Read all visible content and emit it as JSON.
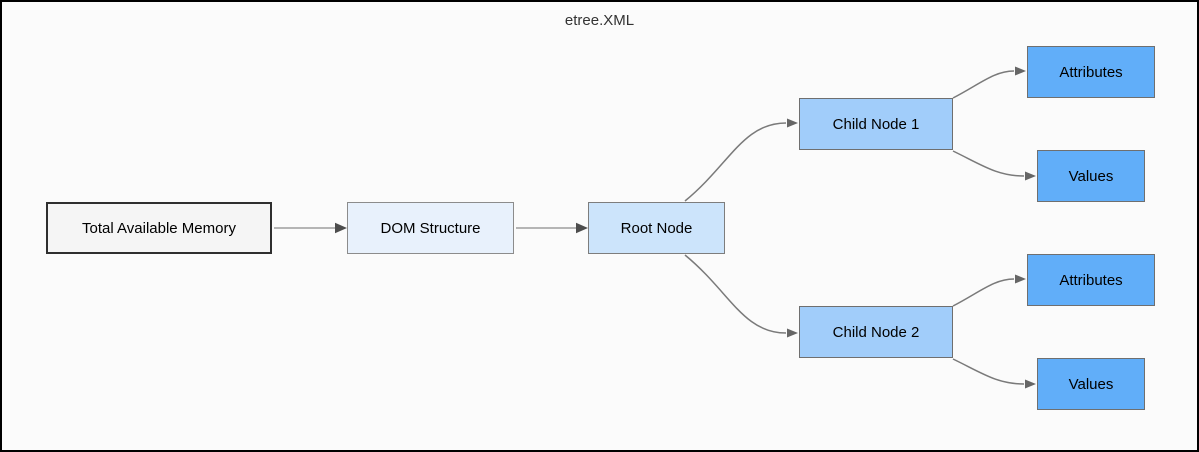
{
  "title": "etree.XML",
  "diagram": {
    "nodes": [
      {
        "id": "total-available-memory",
        "label": "Total Available Memory",
        "fill": "#f5f5f5",
        "border": "#2f2f2f"
      },
      {
        "id": "dom-structure",
        "label": "DOM Structure",
        "fill": "#e8f1fc",
        "border": "#8c8c8c"
      },
      {
        "id": "root-node",
        "label": "Root Node",
        "fill": "#cce4fb",
        "border": "#7d7d7d"
      },
      {
        "id": "child-node-1",
        "label": "Child Node 1",
        "fill": "#a1cdfa",
        "border": "#6f6f6f"
      },
      {
        "id": "child-node-2",
        "label": "Child Node 2",
        "fill": "#a1cdfa",
        "border": "#6f6f6f"
      },
      {
        "id": "attributes-1",
        "label": "Attributes",
        "fill": "#61aef9",
        "border": "#6f6f6f"
      },
      {
        "id": "values-1",
        "label": "Values",
        "fill": "#61aef9",
        "border": "#6f6f6f"
      },
      {
        "id": "attributes-2",
        "label": "Attributes",
        "fill": "#61aef9",
        "border": "#6f6f6f"
      },
      {
        "id": "values-2",
        "label": "Values",
        "fill": "#61aef9",
        "border": "#6f6f6f"
      }
    ],
    "edges": [
      {
        "from": "total-available-memory",
        "to": "dom-structure"
      },
      {
        "from": "dom-structure",
        "to": "root-node"
      },
      {
        "from": "root-node",
        "to": "child-node-1"
      },
      {
        "from": "root-node",
        "to": "child-node-2"
      },
      {
        "from": "child-node-1",
        "to": "attributes-1"
      },
      {
        "from": "child-node-1",
        "to": "values-1"
      },
      {
        "from": "child-node-2",
        "to": "attributes-2"
      },
      {
        "from": "child-node-2",
        "to": "values-2"
      }
    ],
    "colors": {
      "curve_stroke": "#7a7a7a",
      "straight_stroke": "#b5b5b5",
      "arrowhead": "#4d4d4d",
      "frame": "#000000",
      "background": "#fbfbfb"
    }
  }
}
